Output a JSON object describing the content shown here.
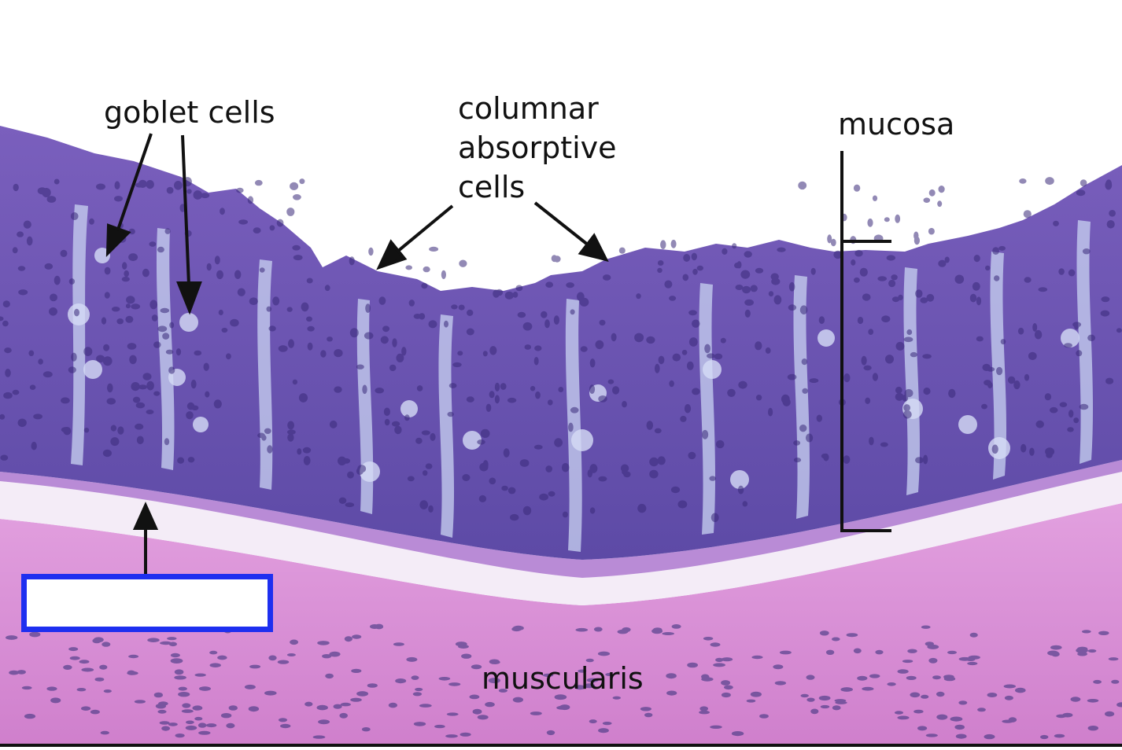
{
  "labels": {
    "goblet_cells": "goblet cells",
    "columnar_line1": "columnar",
    "columnar_line2": "absorptive",
    "columnar_line3": "cells",
    "mucosa": "mucosa",
    "muscularis": "muscularis"
  },
  "answer_box": {
    "text": ""
  },
  "colors": {
    "background": "#ffffff",
    "mucosa_tissue": "#6c52ae",
    "crypt_lumen": "#c9d3f2",
    "muscle_tissue": "#d98ad6",
    "submucosa": "#f4ecf7",
    "nuclei": "#3a2a7a",
    "annotation_lines": "#111111",
    "answer_box_border": "#1e2ff0"
  }
}
